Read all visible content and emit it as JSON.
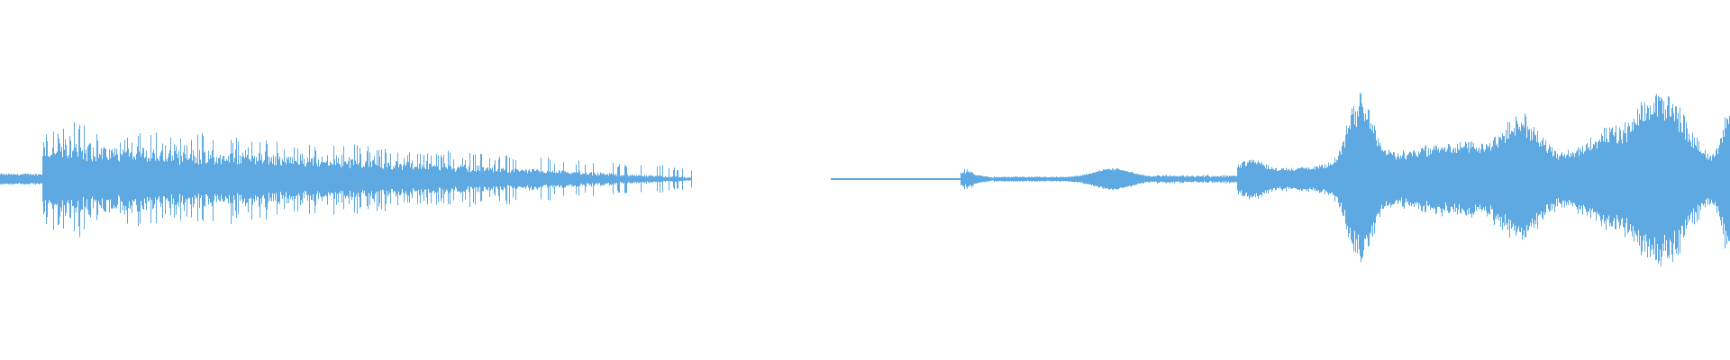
{
  "waveform": {
    "color": "#5ea9e2",
    "background": "#ffffff",
    "segments": [
      {
        "start": 0.0,
        "end": 0.024,
        "shape": "low-noise",
        "level": 0.035
      },
      {
        "start": 0.024,
        "end": 0.4,
        "shape": "noisy-decay",
        "level": 0.36
      },
      {
        "start": 0.48,
        "end": 0.555,
        "shape": "flat",
        "level": 0.006
      },
      {
        "start": 0.555,
        "end": 0.715,
        "shape": "transient-swell",
        "level": 0.06
      },
      {
        "start": 0.715,
        "end": 1.0,
        "shape": "loud-peaks",
        "level": 0.45
      }
    ]
  }
}
